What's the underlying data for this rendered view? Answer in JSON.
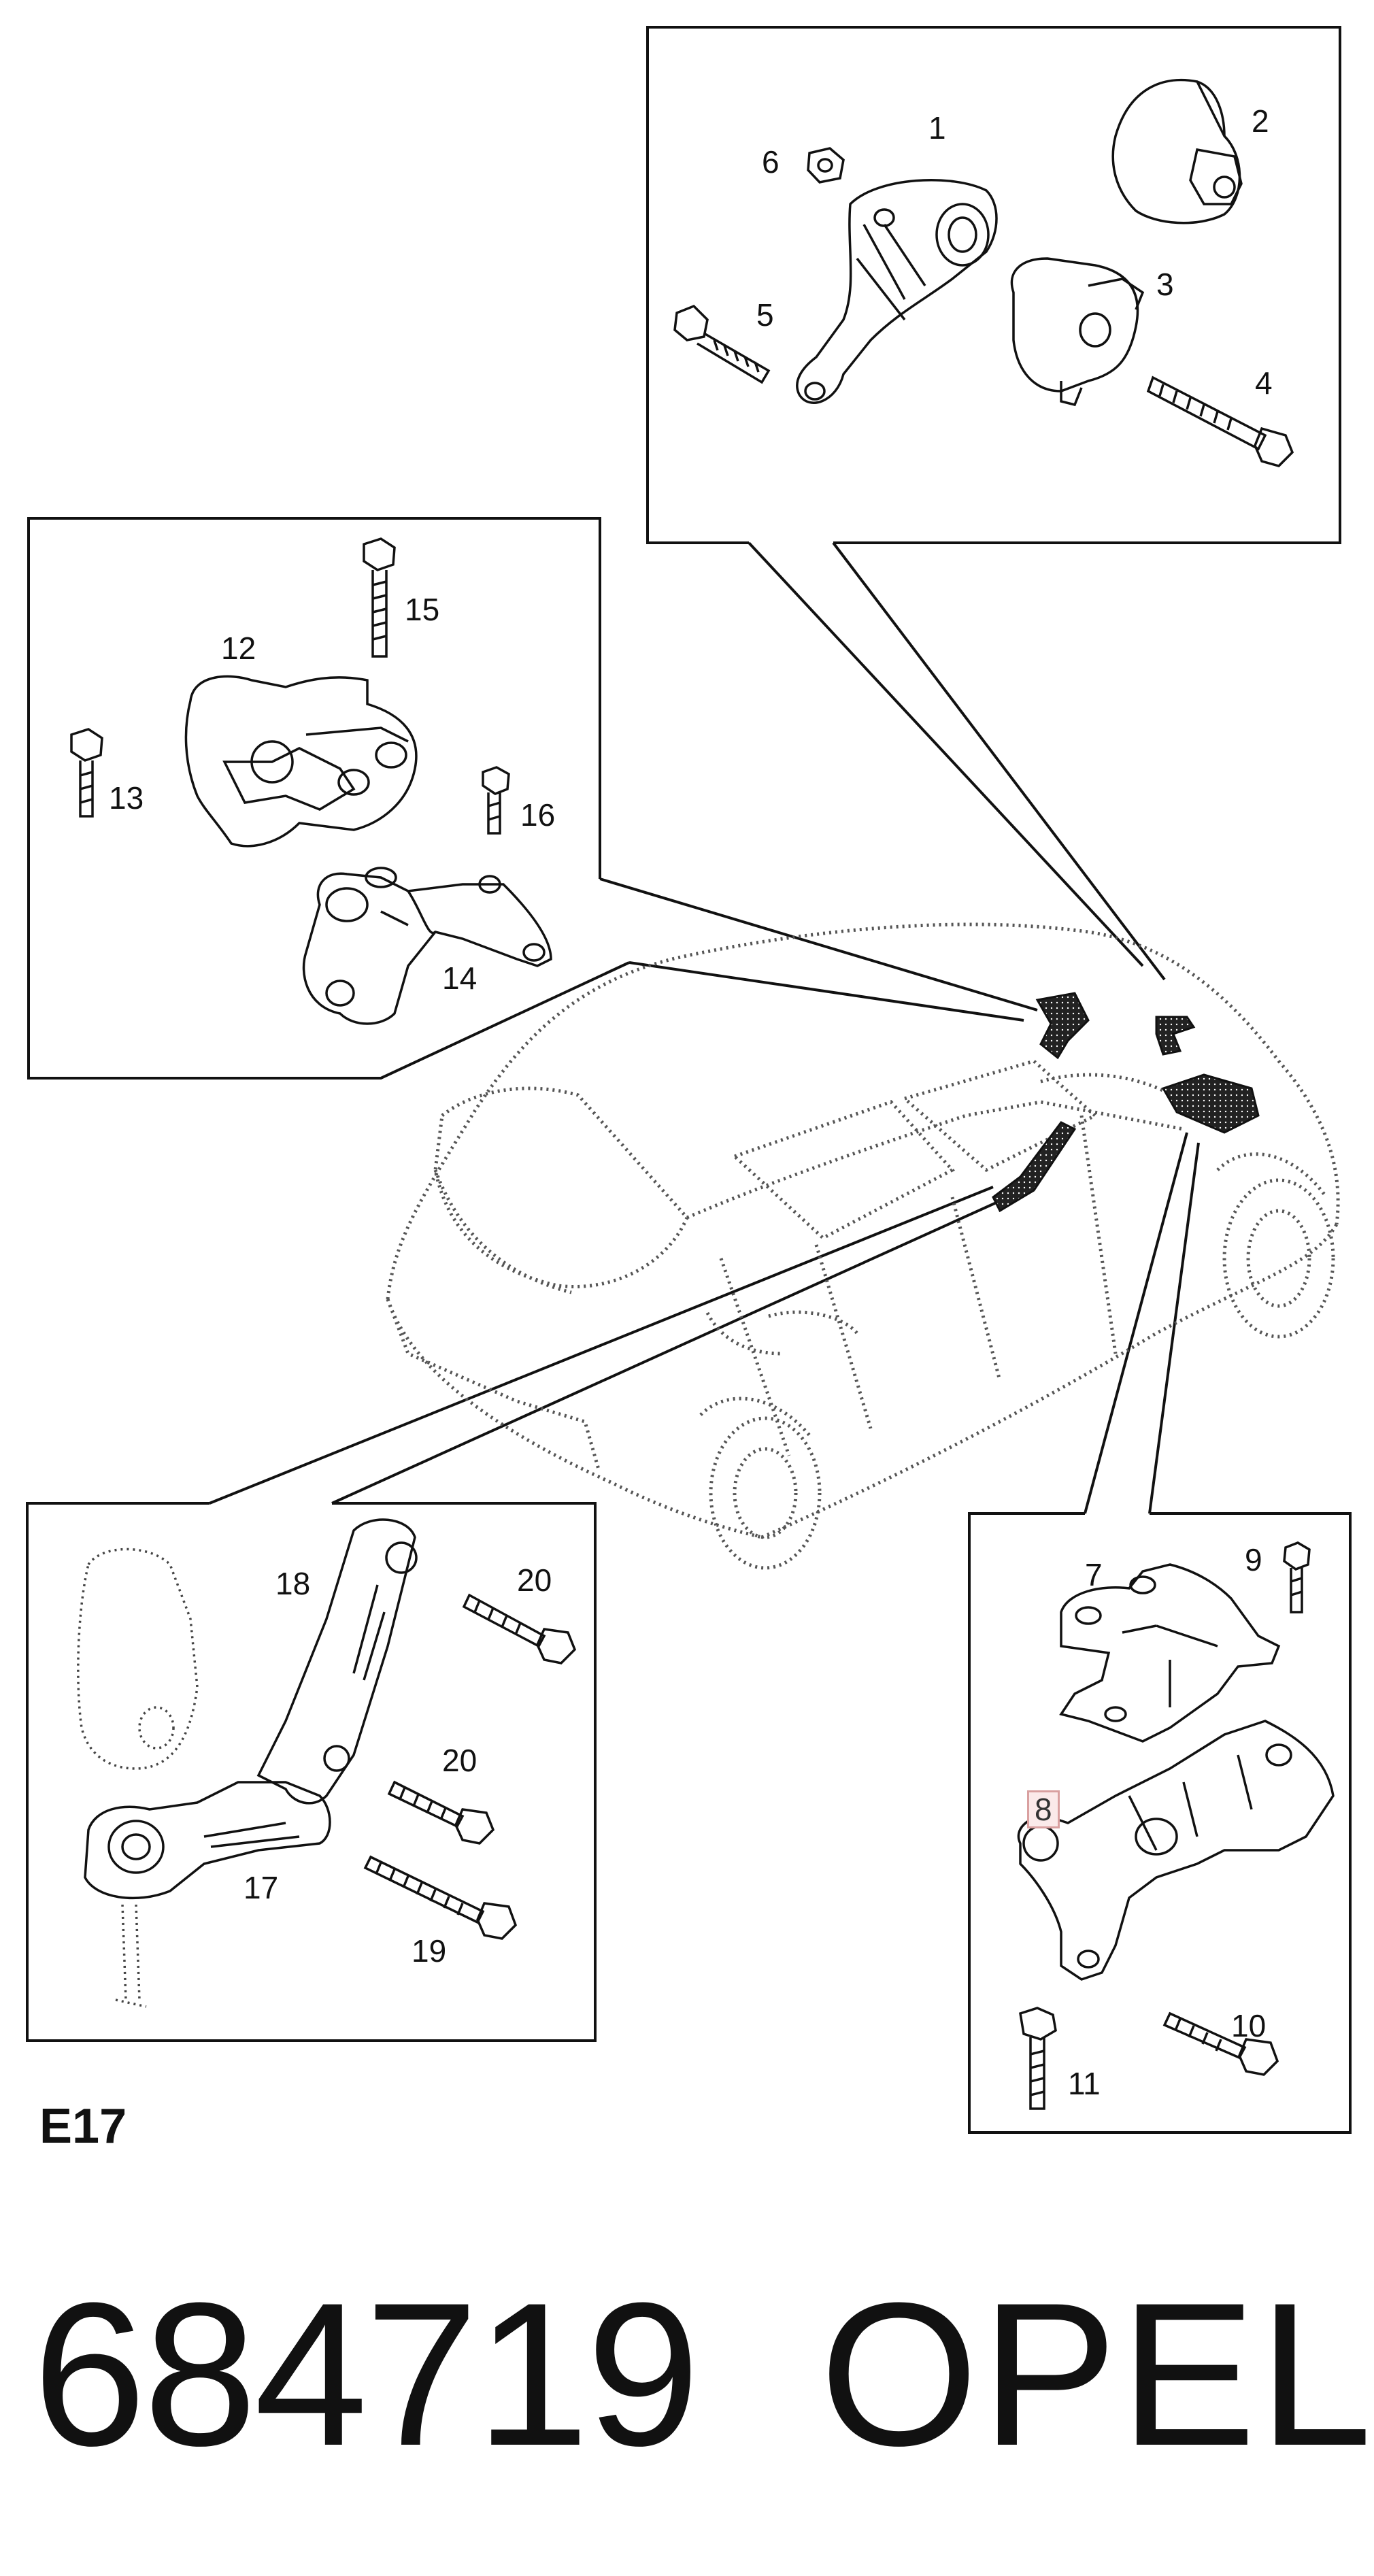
{
  "callouts": {
    "c1": "1",
    "c2": "2",
    "c3": "3",
    "c4": "4",
    "c5": "5",
    "c6": "6",
    "c7": "7",
    "c8": "8",
    "c9": "9",
    "c10": "10",
    "c11": "11",
    "c12": "12",
    "c13": "13",
    "c14": "14",
    "c15": "15",
    "c16": "16",
    "c17": "17",
    "c18": "18",
    "c19": "19",
    "c20a": "20",
    "c20b": "20"
  },
  "highlighted_callout": "8",
  "section_code": "E17",
  "part_number": "684719",
  "brand": "OPEL",
  "colors": {
    "line": "#111111",
    "highlight_border": "#d9a0a0",
    "highlight_fill": "#fbeaea",
    "car_dotted": "#555555"
  }
}
